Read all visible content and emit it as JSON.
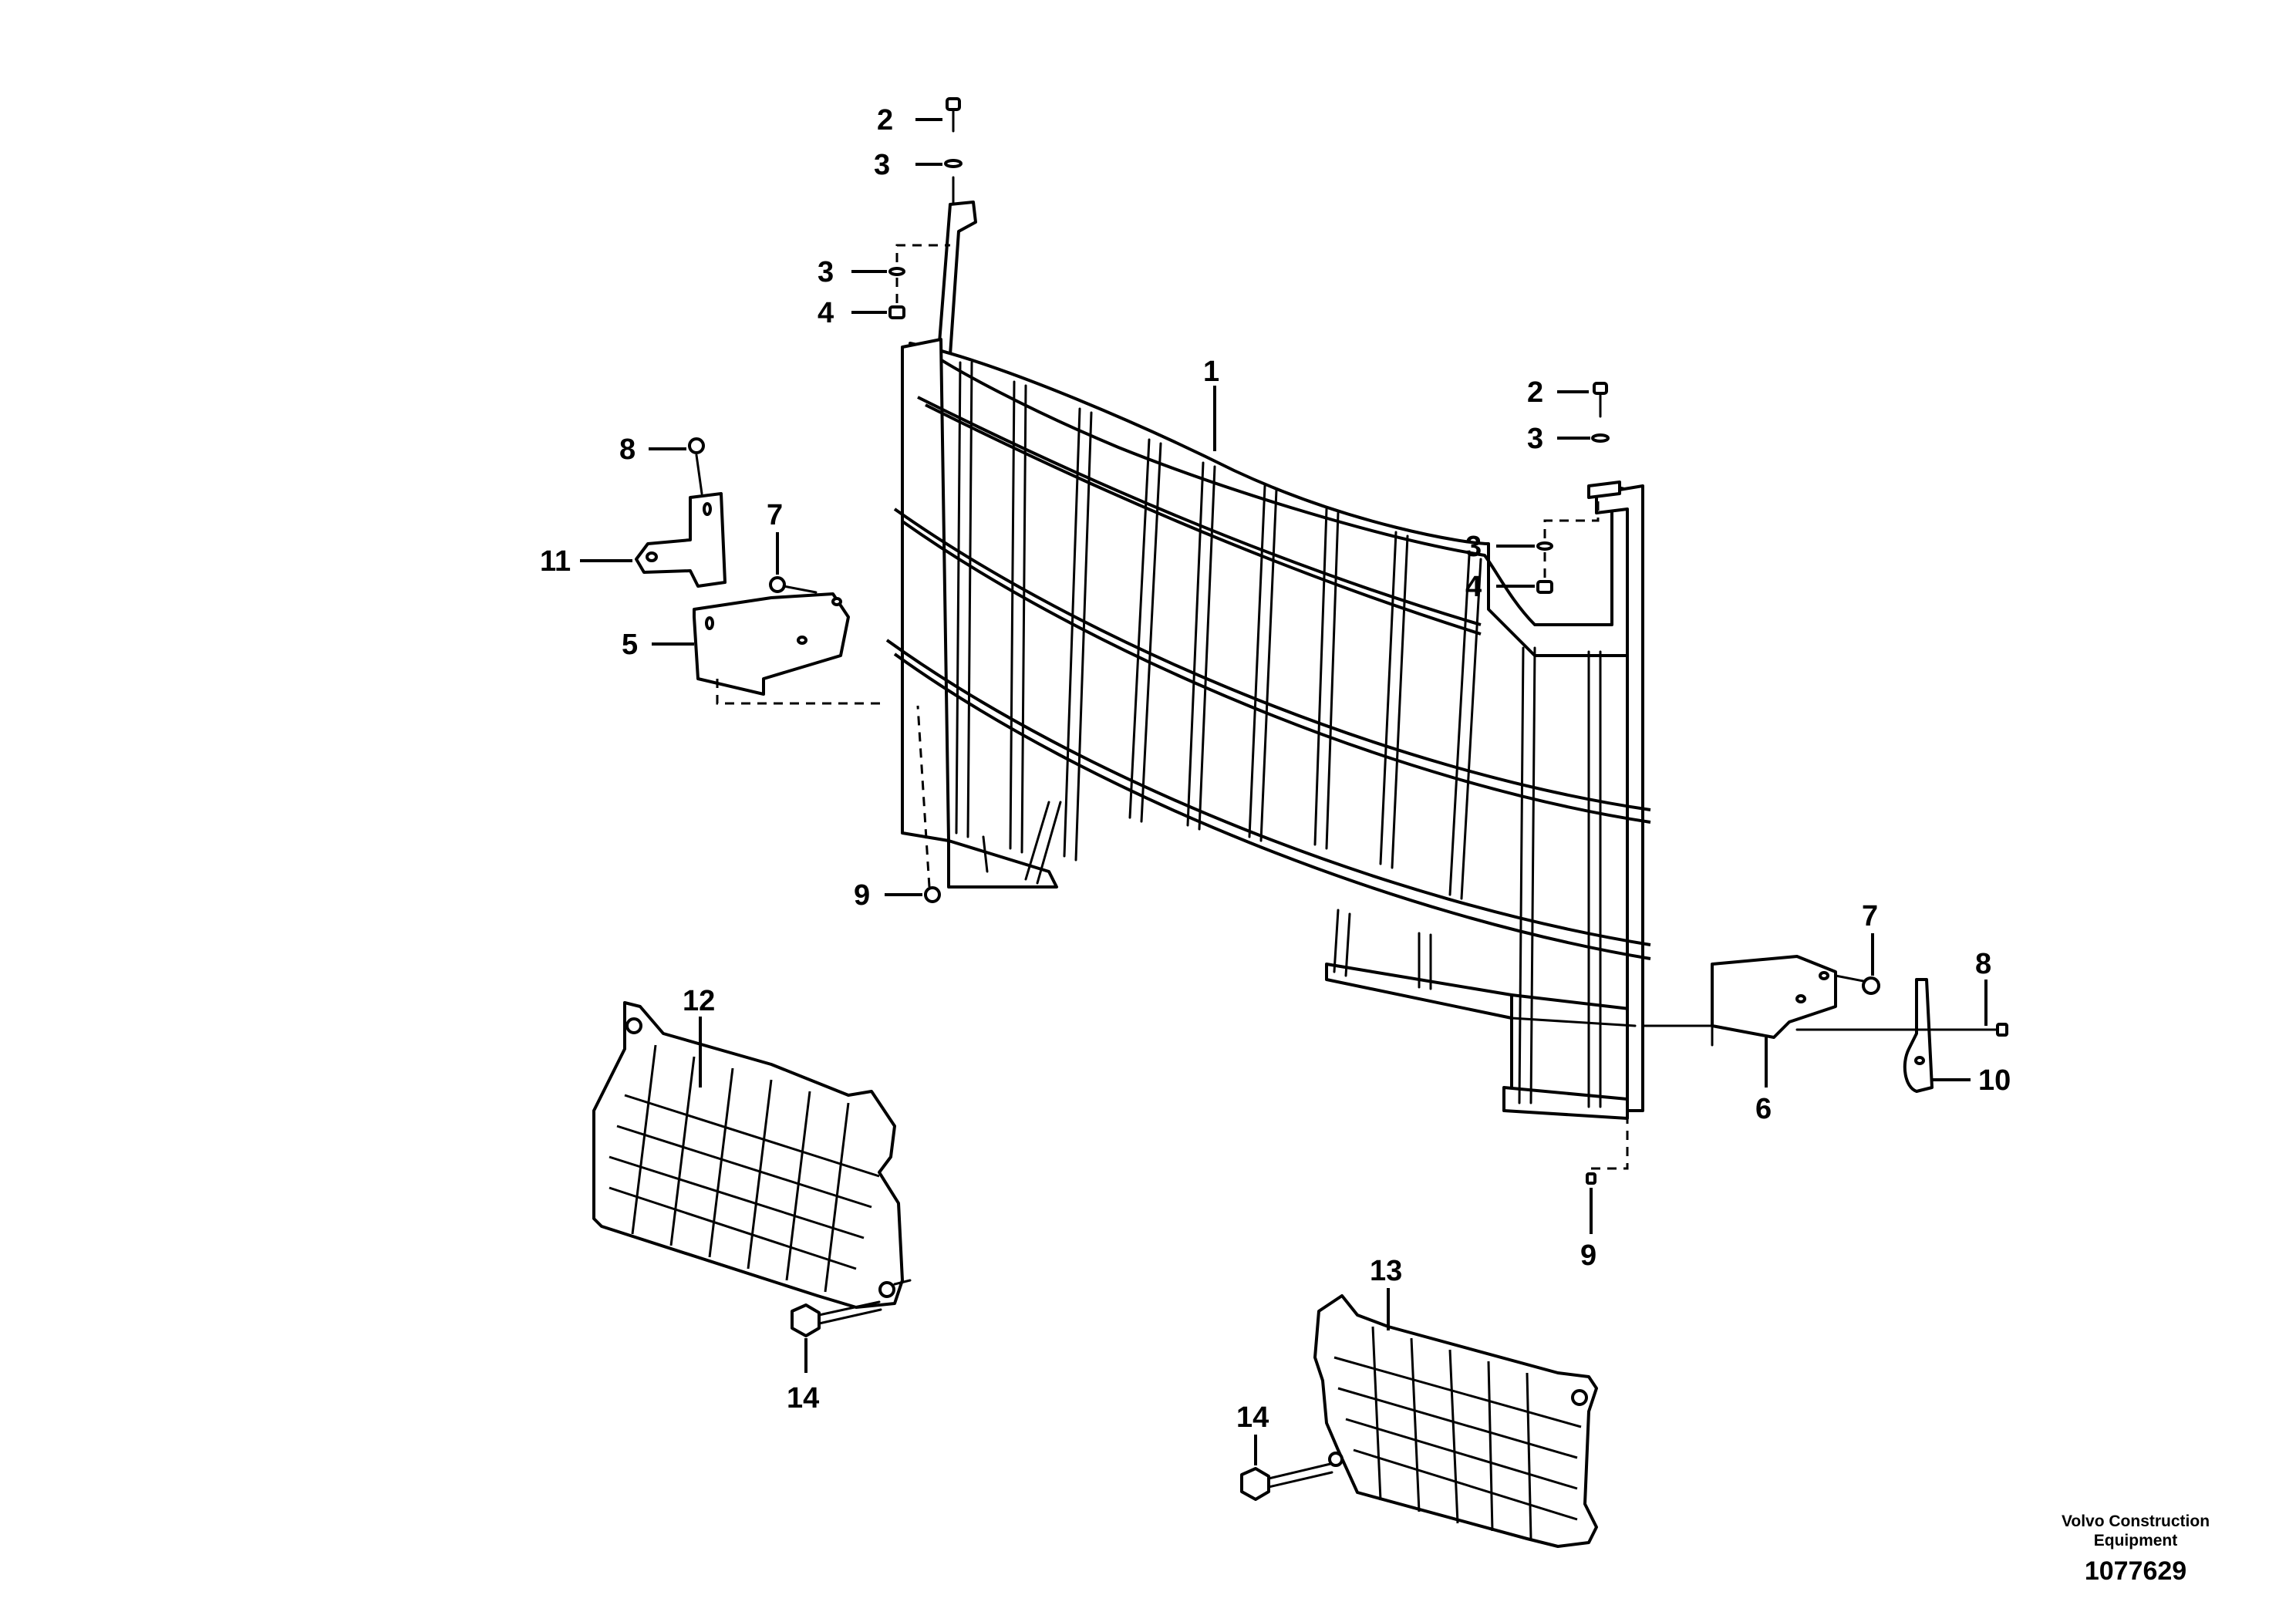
{
  "callouts": [
    {
      "id": "c1",
      "text": "1"
    },
    {
      "id": "c2a",
      "text": "2"
    },
    {
      "id": "c3a",
      "text": "3"
    },
    {
      "id": "c3b",
      "text": "3"
    },
    {
      "id": "c4a",
      "text": "4"
    },
    {
      "id": "c2b",
      "text": "2"
    },
    {
      "id": "c3c",
      "text": "3"
    },
    {
      "id": "c3d",
      "text": "3"
    },
    {
      "id": "c4b",
      "text": "4"
    },
    {
      "id": "c8a",
      "text": "8"
    },
    {
      "id": "c7a",
      "text": "7"
    },
    {
      "id": "c11",
      "text": "11"
    },
    {
      "id": "c5",
      "text": "5"
    },
    {
      "id": "c9a",
      "text": "9"
    },
    {
      "id": "c12",
      "text": "12"
    },
    {
      "id": "c14a",
      "text": "14"
    },
    {
      "id": "c7b",
      "text": "7"
    },
    {
      "id": "c8b",
      "text": "8"
    },
    {
      "id": "c10",
      "text": "10"
    },
    {
      "id": "c6",
      "text": "6"
    },
    {
      "id": "c9b",
      "text": "9"
    },
    {
      "id": "c13",
      "text": "13"
    },
    {
      "id": "c14b",
      "text": "14"
    }
  ],
  "brand": {
    "line1": "Volvo Construction",
    "line2": "Equipment",
    "number": "1077629"
  }
}
